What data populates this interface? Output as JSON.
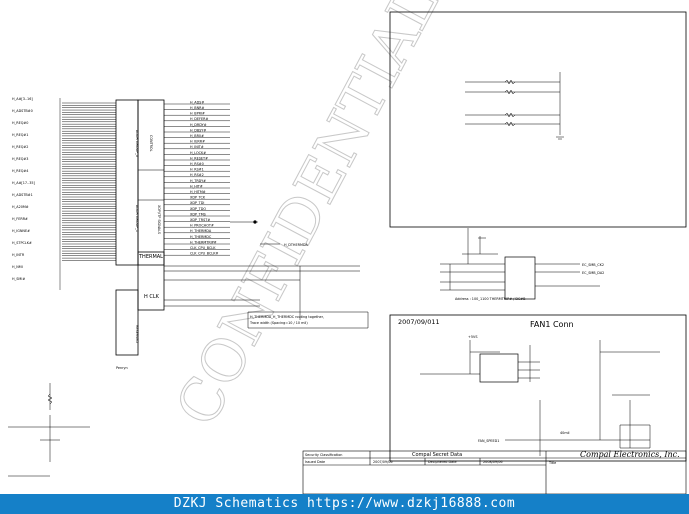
{
  "watermark": "CONFIDENTIAL",
  "dates": {
    "sheet_date": "2007/09/011"
  },
  "fan": {
    "title": "FAN1 Conn",
    "fan_label": "40mil",
    "power_label": "+5VS",
    "fan_net": "FAN_SPEED1"
  },
  "thermal": {
    "block_label": "THERMAL",
    "hclk_label": "H CLK",
    "note_line1": "H_THERMDA_H_THERMDC routing together,",
    "note_line2": "Trace width (Spacing=10 / 10 mil)",
    "address_note": "Address : 100_1100  THERMTRIP# / DC#B",
    "dtherm_net": "H_DTHERMDA",
    "smbus_nets": [
      "EC_SMB_CK2",
      "EC_SMB_DA2"
    ]
  },
  "cpu": {
    "part": "Penryn",
    "left_nets": [
      "H_A#[3..16]",
      "H_ADSTB#0",
      "H_REQ#0",
      "H_REQ#1",
      "H_REQ#2",
      "H_REQ#3",
      "H_REQ#4",
      "H_A#[17..35]",
      "H_ADSTB#1",
      "H_A20M#",
      "H_FERR#",
      "H_IGNNE#",
      "H_STPCLK#",
      "H_INTR",
      "H_NMI",
      "H_SMI#"
    ],
    "right_nets": [
      "H_ADS#",
      "H_BNR#",
      "H_BPRI#",
      "H_DEFER#",
      "H_DRDY#",
      "H_DBSY#",
      "H_BR0#",
      "H_IERR#",
      "H_INIT#",
      "H_LOCK#",
      "H_RESET#",
      "H_RS#0",
      "H_RS#1",
      "H_RS#2",
      "H_TRDY#",
      "H_HIT#",
      "H_HITM#",
      "XDP_TCK",
      "XDP_TDI",
      "XDP_TDO",
      "XDP_TMS",
      "XDP_TRST#",
      "H_PROCHOT#",
      "H_THERMDA",
      "H_THERMDC",
      "H_THERMTRIP#",
      "CLK_CPU_BCLK",
      "CLK_CPU_BCLK#"
    ]
  },
  "titleblock": {
    "company": "Compal Electronics, Inc.",
    "secret": "Compal Secret Data",
    "classification": "Security Classification",
    "issued_label": "Issued Date",
    "issued_date": "2007/09/06",
    "deciphered_label": "Deciphered Date",
    "deciphered_date": "2008/09/06",
    "title_label": "Title"
  },
  "footer": {
    "text": "DZKJ Schematics https://www.dzkj16888.com"
  }
}
